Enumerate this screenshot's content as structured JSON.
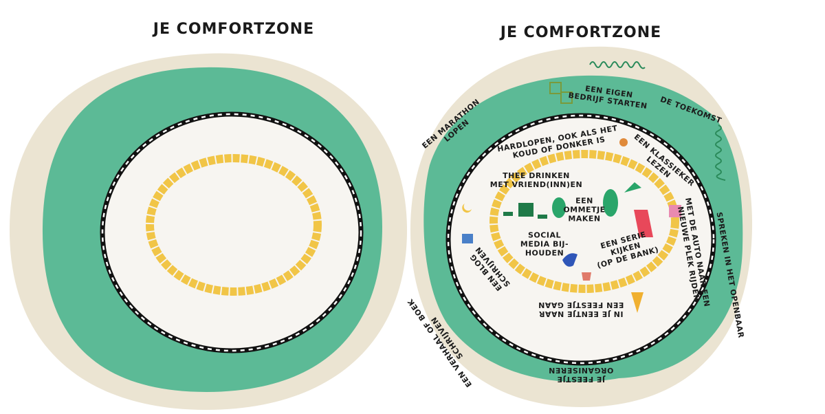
{
  "left_panel": {
    "title": "JE COMFORTZONE"
  },
  "right_panel": {
    "title": "JE COMFORTZONE",
    "future_label": "DE TOEKOMST",
    "outer_zone_items": [
      "EEN MARATHON\nLOPEN",
      "EEN EIGEN\nBEDRIJF STARTEN",
      "SPREKEN IN HET OPENBAAR",
      "JE FEESTJE\nORGANISEREN",
      "EEN VERHAAL OF BOEK\nSCHRIJVEN"
    ],
    "middle_zone_items": [
      "HARDLOPEN, OOK ALS HET KOUD OF DONKER IS",
      "EEN KLASSIEKER\nLEZEN",
      "MET DE AUTO NAAR EEN\nNIEUWE PLEK RIJDEN",
      "IN JE EENTJE NAAR\nEEN FEESTJE GAAN",
      "EEN BLOG\nSCHRIJVEN"
    ],
    "inner_zone_items": [
      "THEE DRINKEN\nMET VRIEND(INN)EN",
      "EEN\nOMMETJE\nMAKEN",
      "SOCIAL\nMEDIA BIJ-\nHOUDEN",
      "EEN SERIE\nKIJKEN\n(OP DE BANK)"
    ]
  },
  "colors": {
    "paper": "#ebe4d2",
    "green": "#5cba96",
    "white": "#f7f5f1",
    "bricks": "#f1c547",
    "ink": "#1b1b1b"
  }
}
